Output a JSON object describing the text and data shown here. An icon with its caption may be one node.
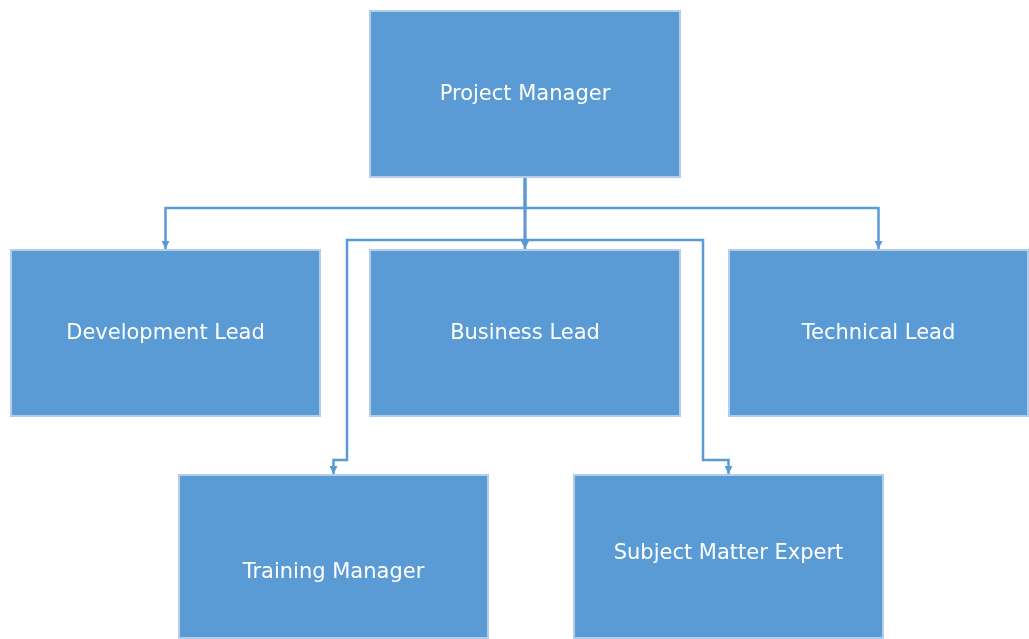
{
  "diagram": {
    "nodes": [
      {
        "text": [
          "Project Manager"
        ]
      },
      {
        "text": [
          "Development Lead"
        ]
      },
      {
        "text": [
          "Business Lead"
        ]
      },
      {
        "text": [
          "Technical Lead"
        ]
      },
      {
        "text": [
          "Training Manager"
        ]
      },
      {
        "text": [
          "Subject Matter Expert"
        ]
      }
    ],
    "edges": [
      {
        "from": 0,
        "to": 1,
        "arrow": "to"
      },
      {
        "from": 0,
        "to": 2,
        "arrow": "to"
      },
      {
        "from": 0,
        "to": 3,
        "arrow": "to"
      },
      {
        "from": 0,
        "to": 4,
        "arrow": "to"
      },
      {
        "from": 0,
        "to": 5,
        "arrow": "to"
      }
    ]
  }
}
